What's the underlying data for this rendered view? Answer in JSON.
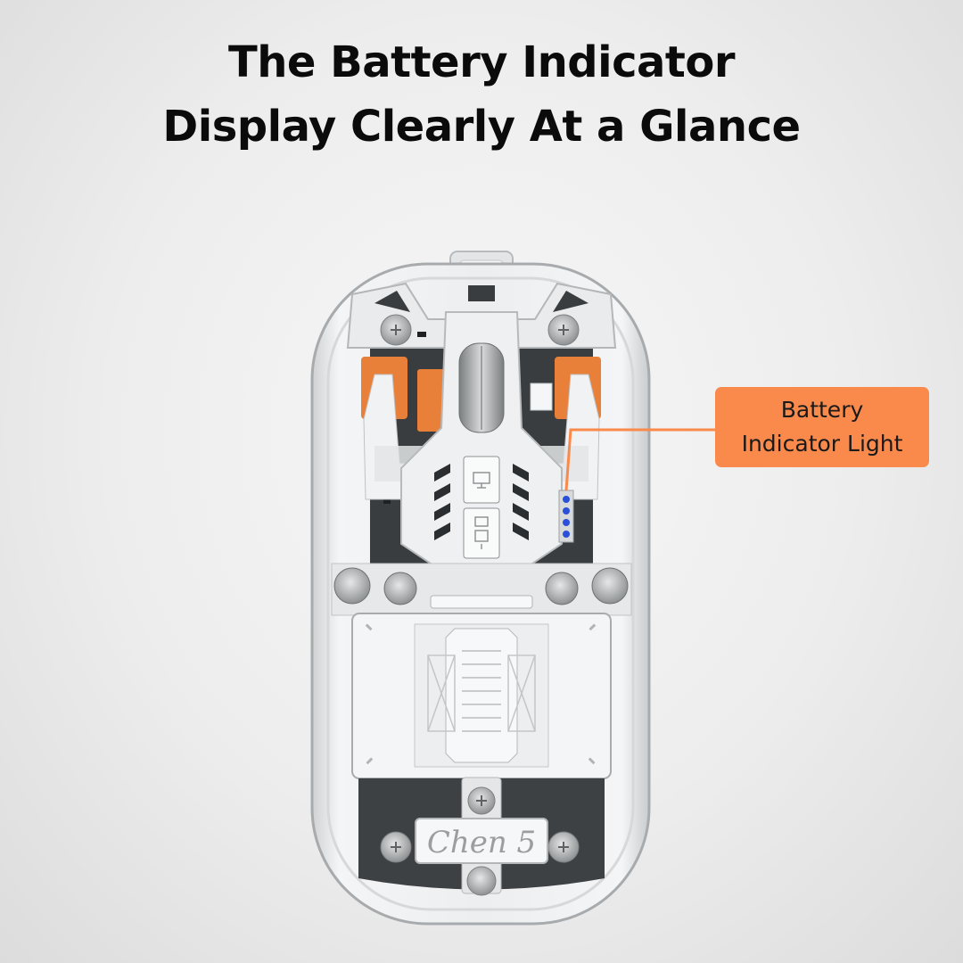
{
  "headline": {
    "line1": "The Battery Indicator",
    "line2": "Display Clearly At a Glance"
  },
  "callout": {
    "line1": "Battery",
    "line2": "Indicator Light"
  },
  "nameplate": {
    "text": "Chen 5"
  },
  "colors": {
    "callout_bg": "#f98a4c",
    "battery_led": "#2a4fd8",
    "pcb": "#3a3d40",
    "accent_orange": "#e8803a"
  },
  "icons": {
    "mode_button": "monitor-icon",
    "dpi_button": "dpi-icon"
  }
}
